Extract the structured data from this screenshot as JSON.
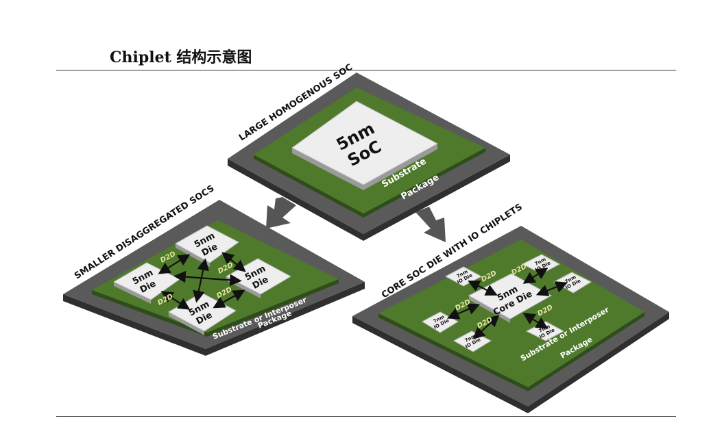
{
  "title": "Chiplet 结构示意图",
  "top": {
    "caption": "LARGE HOMOGENOUS SOC",
    "die_line1": "5nm",
    "die_line2": "SoC",
    "substrate": "Substrate",
    "package": "Package"
  },
  "left": {
    "caption": "SMALLER DISAGGREGATED SOCS",
    "die_line1": "5nm",
    "die_line2": "Die",
    "d2d": "D2D",
    "substrate": "Substrate or Interposer",
    "package": "Package"
  },
  "right": {
    "caption": "CORE SOC DIE WITH IO CHIPLETS",
    "core_line1": "5nm",
    "core_line2": "Core Die",
    "io_line1": "7nm",
    "io_line2": "IO Die",
    "d2d": "D2D",
    "substrate": "Substrate or Interposer",
    "package": "Package"
  }
}
